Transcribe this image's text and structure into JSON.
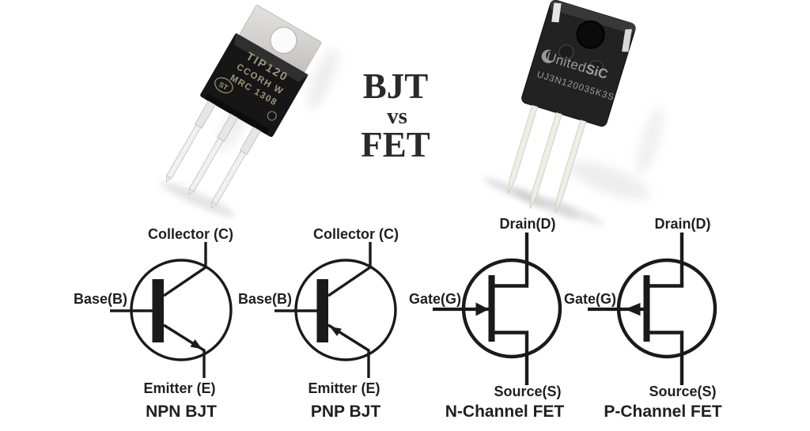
{
  "title": {
    "line1": "BJT",
    "line2": "vs",
    "line3": "FET"
  },
  "photos": {
    "to220": {
      "marking1": "TIP120",
      "marking2": "CCORH W",
      "marking3": "MRC 1308",
      "logo": "ST"
    },
    "to247": {
      "brand_light": "United",
      "brand_bold": "SiC",
      "part_number": "UJ3N120035K3S"
    }
  },
  "symbols": [
    {
      "top": "Collector (C)",
      "left": "Base(B)",
      "bottom": "Emitter (E)",
      "caption": "NPN BJT"
    },
    {
      "top": "Collector (C)",
      "left": "Base(B)",
      "bottom": "Emitter (E)",
      "caption": "PNP BJT"
    },
    {
      "top": "Drain(D)",
      "left": "Gate(G)",
      "bottom": "Source(S)",
      "caption": "N-Channel FET"
    },
    {
      "top": "Drain(D)",
      "left": "Gate(G)",
      "bottom": "Source(S)",
      "caption": "P-Channel FET"
    }
  ],
  "colors": {
    "ink": "#1a1a1a",
    "background": "#ffffff",
    "label_text": "#1f1f1f",
    "title_text": "#2a2a2a",
    "package_body_black": "#1a1a1a",
    "to220_tab_metal": "#d6d4d1",
    "to220_marking": "#a3947a",
    "to247_marking": "#9e9e9e",
    "lead_silver": "#efefef",
    "lead_pale_green": "#edefe4"
  }
}
